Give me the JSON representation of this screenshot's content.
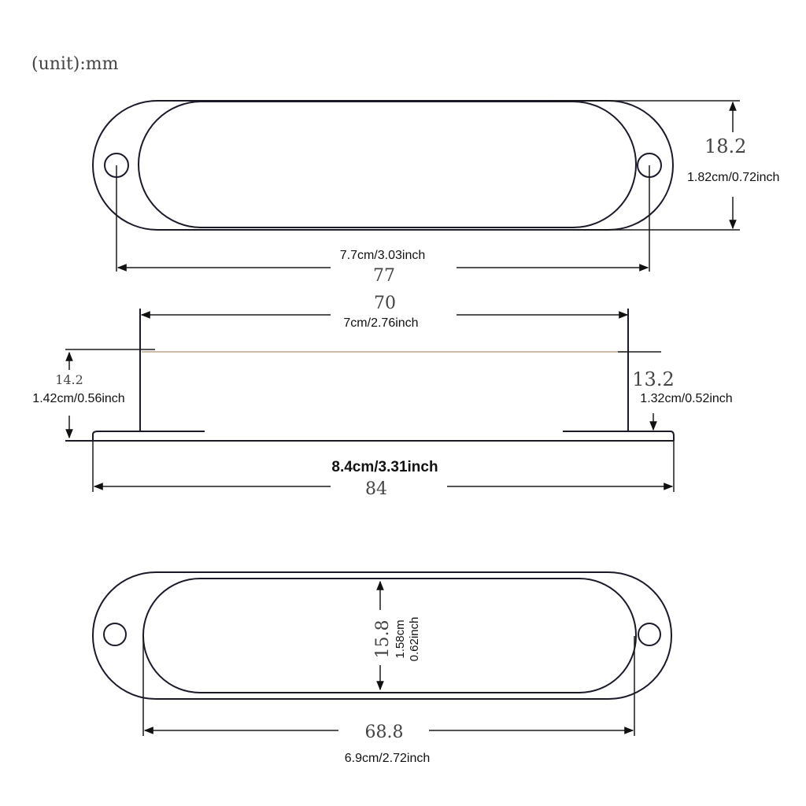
{
  "unit_label": "(unit):mm",
  "top_view": {
    "height_mm": "18.2",
    "height_conv": "1.82cm/0.72inch",
    "hole_span_conv": "7.7cm/3.03inch",
    "hole_span_mm": "77"
  },
  "side_view": {
    "cover_length_mm": "70",
    "cover_length_conv": "7cm/2.76inch",
    "total_height_mm": "14.2",
    "total_height_conv": "1.42cm/0.56inch",
    "cover_height_mm": "13.2",
    "cover_height_conv": "1.32cm/0.52inch",
    "base_length_conv": "8.4cm/3.31inch",
    "base_length_mm": "84"
  },
  "bottom_view": {
    "inner_width_mm": "15.8",
    "inner_width_conv_cm": "1.58cm",
    "inner_width_conv_inch": "0.62inch",
    "inner_length_mm": "68.8",
    "inner_length_conv": "6.9cm/2.72inch"
  }
}
